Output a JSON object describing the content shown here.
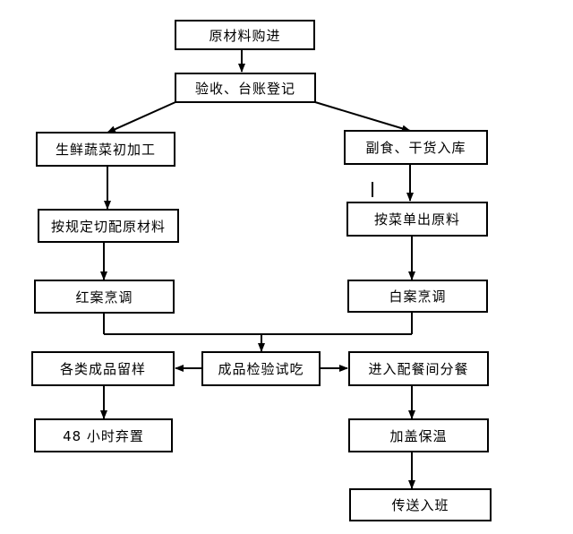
{
  "nodes": {
    "raw_purchase": "原材料购进",
    "inspect_register": "验收、台账登记",
    "fresh_veg_processing": "生鲜蔬菜初加工",
    "nonstaple_storage": "副食、干货入库",
    "cut_by_rules": "按规定切配原材料",
    "issue_by_menu": "按菜单出原料",
    "red_cooking": "红案烹调",
    "white_cooking": "白案烹调",
    "inspect_taste": "成品检验试吃",
    "sample_keep": "各类成品留样",
    "dispose_48h": "48 小时弃置",
    "to_serving_room": "进入配餐间分餐",
    "cover_warm": "加盖保温",
    "deliver_class": "传送入班"
  }
}
